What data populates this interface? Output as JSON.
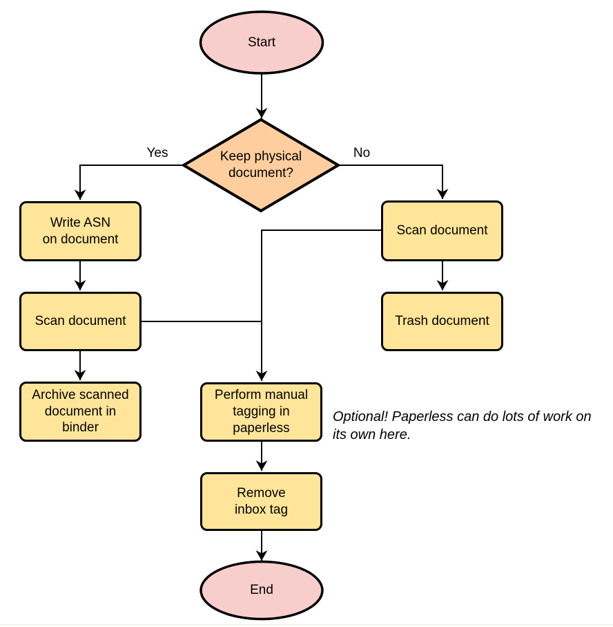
{
  "colors": {
    "process_fill": "#ffe599",
    "decision_fill": "#ffce9e",
    "terminator_fill": "#f8cecc",
    "stroke": "#000000"
  },
  "nodes": {
    "start": "Start",
    "decision": "Keep physical\ndocument?",
    "write_asn": "Write ASN\non document",
    "scan_left": "Scan document",
    "archive": "Archive scanned\ndocument in\nbinder",
    "scan_right": "Scan document",
    "trash": "Trash document",
    "tagging": "Perform manual\ntagging in\npaperless",
    "remove_inbox": "Remove\ninbox tag",
    "end": "End"
  },
  "edge_labels": {
    "yes": "Yes",
    "no": "No"
  },
  "note": "Optional! Paperless can do lots of work on\nits own here."
}
